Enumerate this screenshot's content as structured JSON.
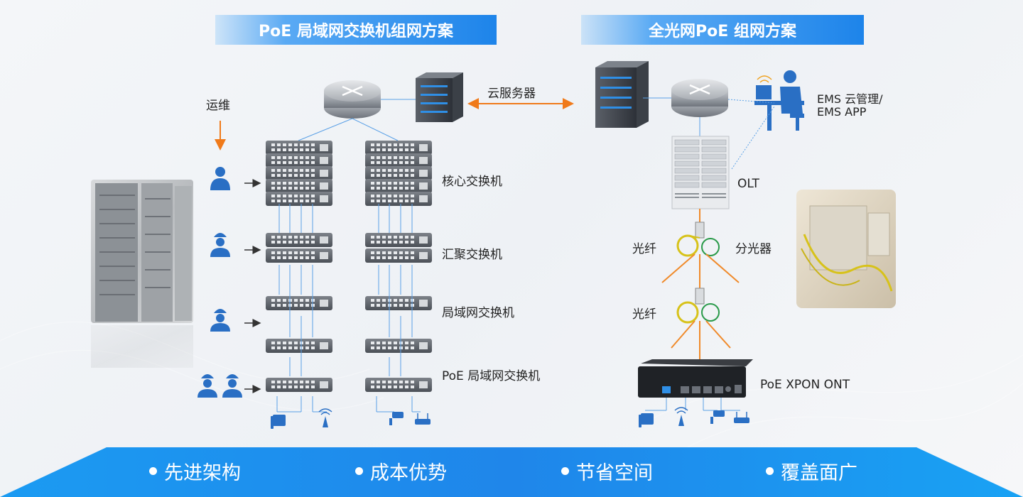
{
  "banners": {
    "left_title": "PoE 局域网交换机组网方案",
    "right_title": "全光网PoE 组网方案"
  },
  "labels": {
    "ops": "运维",
    "cloud_server": "云服务器",
    "core_switch": "核心交换机",
    "agg_switch": "汇聚交换机",
    "lan_switch": "局域网交换机",
    "poe_switch": "PoE 局域网交换机",
    "ems_line1": "EMS 云管理/",
    "ems_line2": "EMS APP",
    "olt": "OLT",
    "fiber_1": "光纤",
    "splitter": "分光器",
    "fiber_2": "光纤",
    "ont": "PoE XPON ONT"
  },
  "features": [
    "先进架构",
    "成本优势",
    "节省空间",
    "覆盖面广"
  ],
  "colors": {
    "banner_start": "#6fb6f7",
    "banner_end": "#1e86ea",
    "footer": "#1a8cf0",
    "arrow": "#f07a1a",
    "accent_blue": "#2a6fc4",
    "fiber_orange": "#f08a2a"
  }
}
